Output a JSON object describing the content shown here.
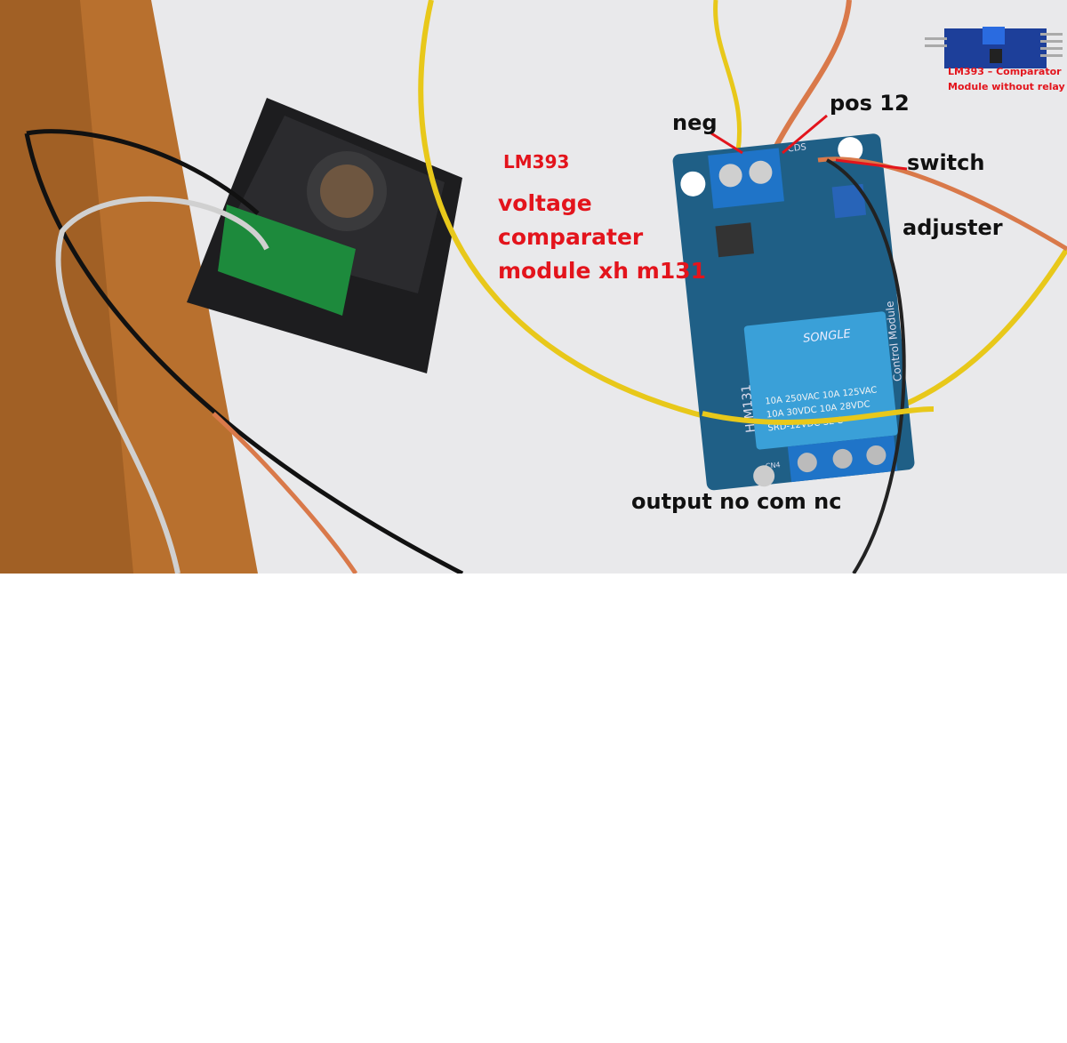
{
  "annotations": {
    "lm393": "LM393",
    "module_desc": [
      "voltage",
      "comparater",
      "module xh m131"
    ],
    "neg": "neg",
    "pos12": "pos 12",
    "switch": "switch",
    "adjuster": "adjuster",
    "output": "output no com nc"
  },
  "inset": {
    "caption_line1": "LM393 – Comparator",
    "caption_line2": "Module without relay"
  },
  "board_print": {
    "model": "H-M131",
    "relay_brand": "SONGLE",
    "relay_rating1": "10A 250VAC 10A 125VAC",
    "relay_rating2": "10A 30VDC 10A 28VDC",
    "relay_model": "SRD-12VDC-SL-C",
    "side_text": "Control Module",
    "cds": "CDS",
    "cn4": "CN4"
  },
  "colors": {
    "annotation_red": "#e3141c",
    "pcb_blue": "#1f5f86",
    "relay_blue": "#3aa0d8",
    "wood": "#b8702e"
  }
}
